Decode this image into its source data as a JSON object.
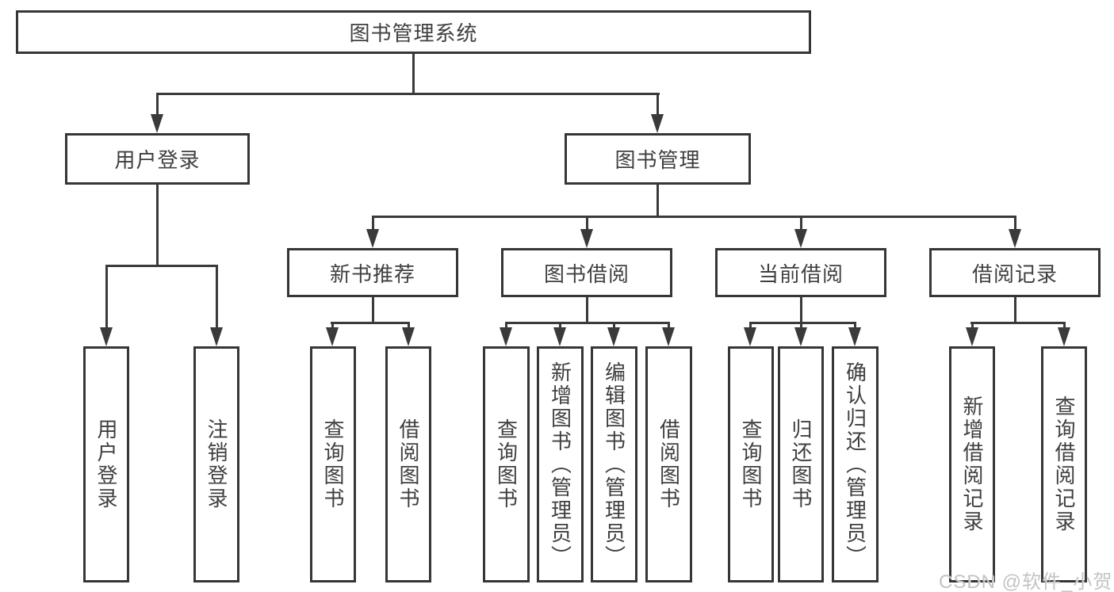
{
  "tree": {
    "root": {
      "label": "图书管理系统"
    },
    "branches": [
      {
        "label": "用户登录",
        "children": [
          {
            "label": "用户登录"
          },
          {
            "label": "注销登录"
          }
        ]
      },
      {
        "label": "图书管理",
        "children": [
          {
            "label": "新书推荐",
            "children": [
              {
                "label": "查询图书"
              },
              {
                "label": "借阅图书"
              }
            ]
          },
          {
            "label": "图书借阅",
            "children": [
              {
                "label": "查询图书"
              },
              {
                "label": "新增图书（管理员）"
              },
              {
                "label": "编辑图书（管理员）"
              },
              {
                "label": "借阅图书"
              }
            ]
          },
          {
            "label": "当前借阅",
            "children": [
              {
                "label": "查询图书"
              },
              {
                "label": "归还图书"
              },
              {
                "label": "确认归还（管理员）"
              }
            ]
          },
          {
            "label": "借阅记录",
            "children": [
              {
                "label": "新增借阅记录"
              },
              {
                "label": "查询借阅记录"
              }
            ]
          }
        ]
      }
    ]
  },
  "watermark": {
    "text": "CSDN @软件_小贺同学"
  },
  "colors": {
    "line": "#3a3a3a",
    "border": "#363636",
    "text": "#3f3f3f",
    "watermark": "#c3c3c3",
    "background": "#ffffff"
  }
}
